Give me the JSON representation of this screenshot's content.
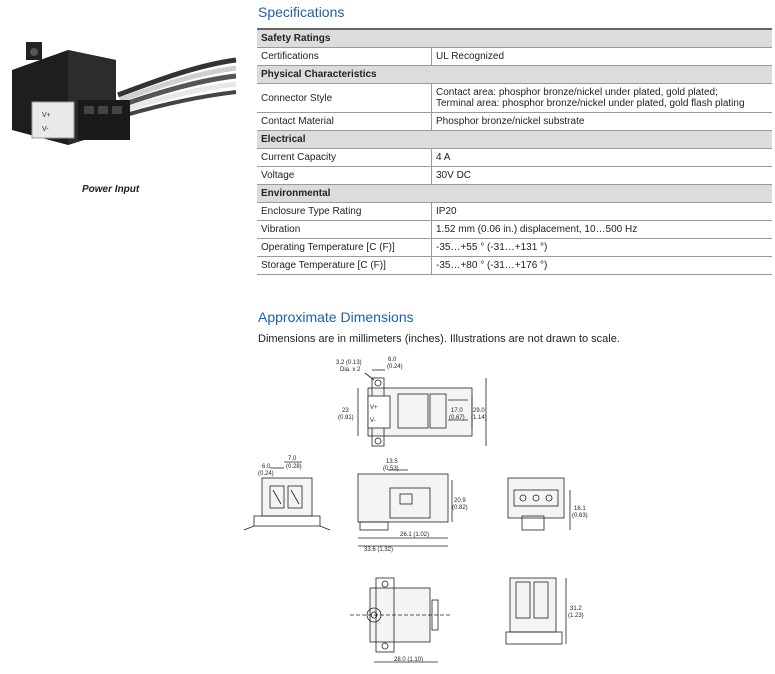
{
  "product": {
    "caption": "Power Input",
    "terminal_labels": [
      "V+",
      "V-"
    ]
  },
  "specifications": {
    "title": "Specifications",
    "sections": [
      {
        "header": "Safety Ratings",
        "rows": [
          {
            "label": "Certifications",
            "value": "UL Recognized"
          }
        ]
      },
      {
        "header": "Physical Characteristics",
        "rows": [
          {
            "label": "Connector Style",
            "value": "Contact area: phosphor bronze/nickel under plated, gold plated;",
            "value2": "Terminal area: phosphor bronze/nickel under plated, gold flash plating"
          },
          {
            "label": "Contact Material",
            "value": "Phosphor bronze/nickel substrate"
          }
        ]
      },
      {
        "header": "Electrical",
        "rows": [
          {
            "label": "Current Capacity",
            "value": "4 A"
          },
          {
            "label": "Voltage",
            "value": "30V DC"
          }
        ]
      },
      {
        "header": "Environmental",
        "rows": [
          {
            "label": "Enclosure Type Rating",
            "value": "IP20"
          },
          {
            "label": "Vibration",
            "value": "1.52 mm (0.06 in.) displacement, 10…500 Hz"
          },
          {
            "label": "Operating Temperature [C (F)]",
            "value": "-35…+55 ° (-31…+131 °)"
          },
          {
            "label": "Storage Temperature [C (F)]",
            "value": "-35…+80 ° (-31…+176 °)"
          }
        ]
      }
    ]
  },
  "dimensions": {
    "title": "Approximate Dimensions",
    "intro": "Dimensions are in millimeters (inches). Illustrations are not drawn to scale.",
    "labels": {
      "hole_a": "3.2 (0.13)",
      "hole_b": "Dia. x 2",
      "w6a": "6.0",
      "w6b": "(0.24)",
      "h23a": "23",
      "h23b": "(0.91)",
      "h17a": "17.0",
      "h17b": "(0.67)",
      "h29a": "29.0",
      "h29b": "(1.14)",
      "s6a": "6.0",
      "s6b": "(0.24)",
      "s7a": "7.0",
      "s7b": "(0.28)",
      "d135a": "13.5",
      "d135b": "(0.53)",
      "d209a": "20.9",
      "d209b": "(0.82)",
      "d261": "26.1 (1.02)",
      "d336": "33.6 (1.32)",
      "d161a": "16.1",
      "d161b": "(0.63)",
      "d280": "28.0 (1.10)",
      "d312a": "31.2",
      "d312b": "(1.23)"
    }
  }
}
